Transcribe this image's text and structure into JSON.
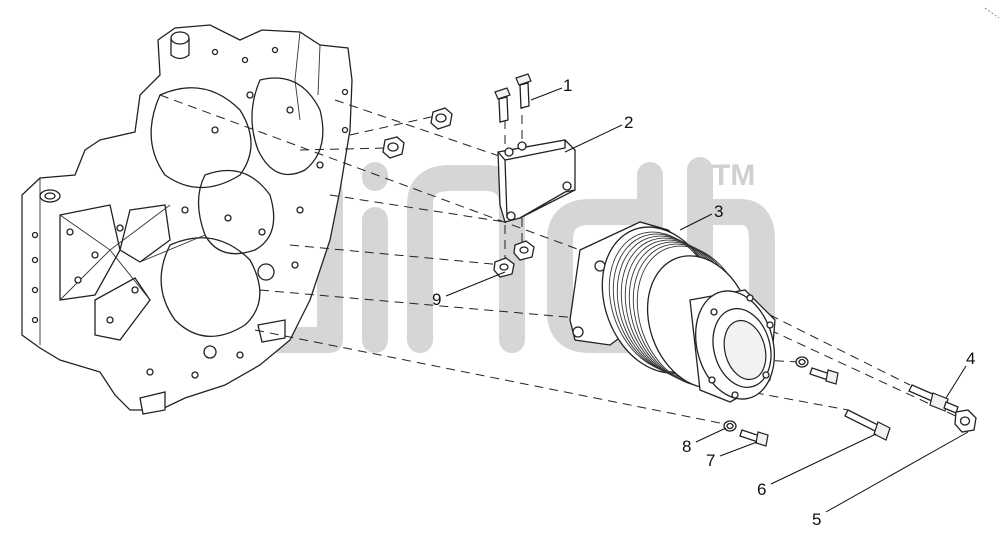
{
  "watermark": {
    "trademark": "TM"
  },
  "callouts": [
    {
      "id": "1",
      "text": "1"
    },
    {
      "id": "2",
      "text": "2"
    },
    {
      "id": "3",
      "text": "3"
    },
    {
      "id": "4",
      "text": "4"
    },
    {
      "id": "5",
      "text": "5"
    },
    {
      "id": "6",
      "text": "6"
    },
    {
      "id": "7",
      "text": "7"
    },
    {
      "id": "8",
      "text": "8"
    },
    {
      "id": "9",
      "text": "9"
    }
  ]
}
